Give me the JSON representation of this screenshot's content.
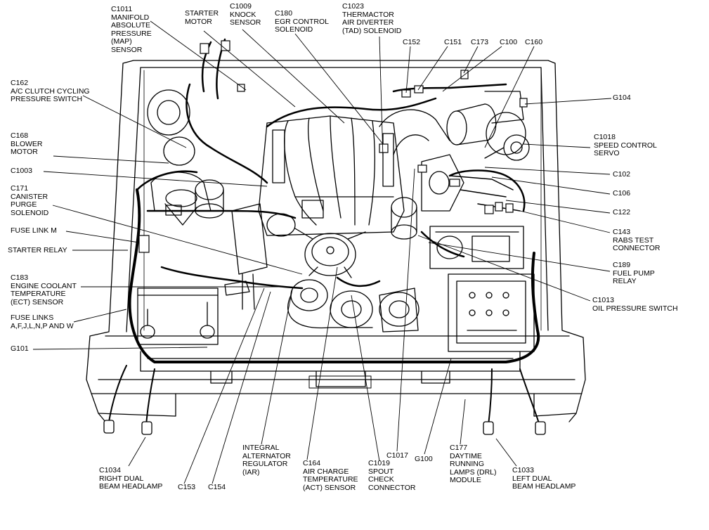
{
  "labels": {
    "c1011": [
      "C1011",
      "MANIFOLD",
      "ABSOLUTE",
      "PRESSURE",
      "(MAP)",
      "SENSOR"
    ],
    "starter_motor": [
      "STARTER",
      "MOTOR"
    ],
    "c1009": [
      "C1009",
      "KNOCK",
      "SENSOR"
    ],
    "c180": [
      "C180",
      "EGR CONTROL",
      "SOLENOID"
    ],
    "c1023": [
      "C1023",
      "THERMACTOR",
      "AIR DIVERTER",
      "(TAD) SOLENOID"
    ],
    "c152": [
      "C152"
    ],
    "c151": [
      "C151"
    ],
    "c173": [
      "C173"
    ],
    "c100": [
      "C100"
    ],
    "c160": [
      "C160"
    ],
    "c162": [
      "C162",
      "A/C CLUTCH CYCLING",
      "PRESSURE SWITCH"
    ],
    "g104": [
      "G104"
    ],
    "c168": [
      "C168",
      "BLOWER",
      "MOTOR"
    ],
    "c1018": [
      "C1018",
      "SPEED CONTROL",
      "SERVO"
    ],
    "c1003": [
      "C1003"
    ],
    "c102": [
      "C102"
    ],
    "c171": [
      "C171",
      "CANISTER",
      "PURGE",
      "SOLENOID"
    ],
    "c106": [
      "C106"
    ],
    "c122": [
      "C122"
    ],
    "fuse_link_m": [
      "FUSE LINK M"
    ],
    "c143": [
      "C143",
      "RABS TEST",
      "CONNECTOR"
    ],
    "starter_relay": [
      "STARTER RELAY"
    ],
    "c189": [
      "C189",
      "FUEL PUMP",
      "RELAY"
    ],
    "c183": [
      "C183",
      "ENGINE COOLANT",
      "TEMPERATURE",
      "(ECT) SENSOR"
    ],
    "c1013": [
      "C1013",
      "OIL PRESSURE SWITCH"
    ],
    "fuse_links": [
      "FUSE LINKS",
      "A,F,J,L,N,P AND W"
    ],
    "g101": [
      "G101"
    ],
    "c1034": [
      "C1034",
      "RIGHT DUAL",
      "BEAM HEADLAMP"
    ],
    "c153": [
      "C153"
    ],
    "c154": [
      "C154"
    ],
    "integral_alt": [
      "INTEGRAL",
      "ALTERNATOR",
      "REGULATOR",
      "(IAR)"
    ],
    "c164": [
      "C164",
      "AIR CHARGE",
      "TEMPERATURE",
      "(ACT) SENSOR"
    ],
    "c1019": [
      "C1019",
      "SPOUT",
      "CHECK",
      "CONNECTOR"
    ],
    "c1017": [
      "C1017"
    ],
    "g100": [
      "G100"
    ],
    "c177": [
      "C177",
      "DAYTIME",
      "RUNNING",
      "LAMPS (DRL)",
      "MODULE"
    ],
    "c1033": [
      "C1033",
      "LEFT DUAL",
      "BEAM HEADLAMP"
    ]
  },
  "colors": {
    "ink": "#000000",
    "paper": "#ffffff"
  }
}
